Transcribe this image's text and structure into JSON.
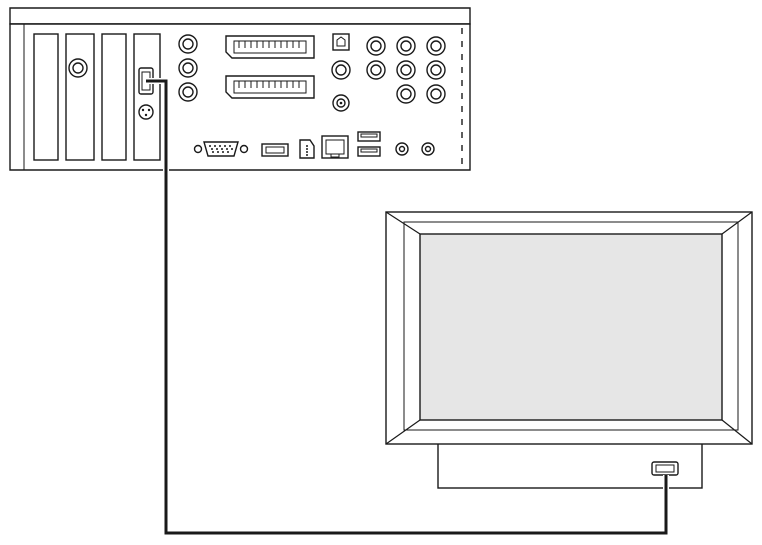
{
  "diagram": {
    "kind": "connection",
    "source_device": "pc-rear-panel",
    "target_device": "tv-display",
    "cable": "cable-connection",
    "colors": {
      "line": "#1a1a1a",
      "cable": "#1a1a1a",
      "screen": "#e6e6e6",
      "background": "#ffffff"
    }
  }
}
